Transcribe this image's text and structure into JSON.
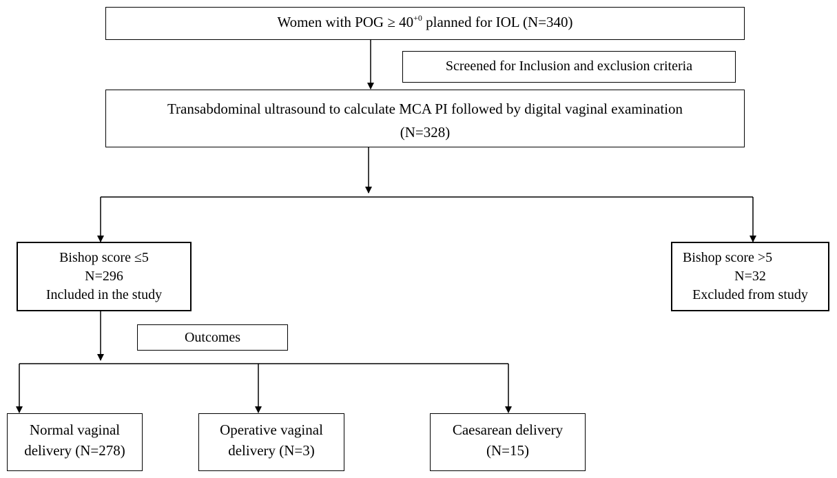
{
  "boxes": {
    "start": {
      "text_before": "Women with POG ≥ 40",
      "superscript": "+0",
      "text_after": " planned for IOL (N=340)"
    },
    "screened": {
      "text": "Screened for Inclusion and exclusion criteria"
    },
    "ultrasound": {
      "line1": "Transabdominal ultrasound to calculate MCA PI followed by digital vaginal examination",
      "line2": "(N=328)"
    },
    "included": {
      "line1": "Bishop score ≤5",
      "line2": "N=296",
      "line3": "Included in the study"
    },
    "excluded": {
      "line1": "Bishop score >5",
      "line2": "N=32",
      "line3": "Excluded from study"
    },
    "outcomes": {
      "text": "Outcomes"
    },
    "normal": {
      "line1": "Normal vaginal",
      "line2": "delivery (N=278)"
    },
    "operative": {
      "line1": "Operative vaginal",
      "line2": "delivery (N=3)"
    },
    "caesarean": {
      "line1": "Caesarean delivery",
      "line2": "(N=15)"
    }
  }
}
